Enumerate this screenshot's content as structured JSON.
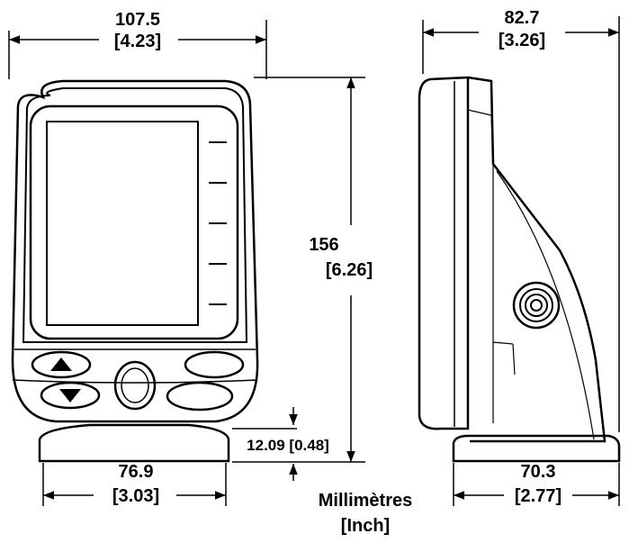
{
  "dimensions": {
    "front_width": {
      "mm": "107.5",
      "inch": "[4.23]"
    },
    "height": {
      "mm": "156",
      "inch": "[6.26]"
    },
    "side_depth": {
      "mm": "82.7",
      "inch": "[3.26]"
    },
    "base_width": {
      "mm": "76.9",
      "inch": "[3.03]"
    },
    "base_depth": {
      "mm": "70.3",
      "inch": "[2.77]"
    },
    "base_height": {
      "label": "12.09 [0.48]"
    }
  },
  "units_legend": {
    "line1": "Millimètres",
    "line2": "[Inch]"
  },
  "front_view": {
    "indicator_marks": 5,
    "buttons": [
      "up-arrow-button",
      "down-arrow-button",
      "center-button",
      "right-top-button",
      "right-bottom-button"
    ]
  }
}
